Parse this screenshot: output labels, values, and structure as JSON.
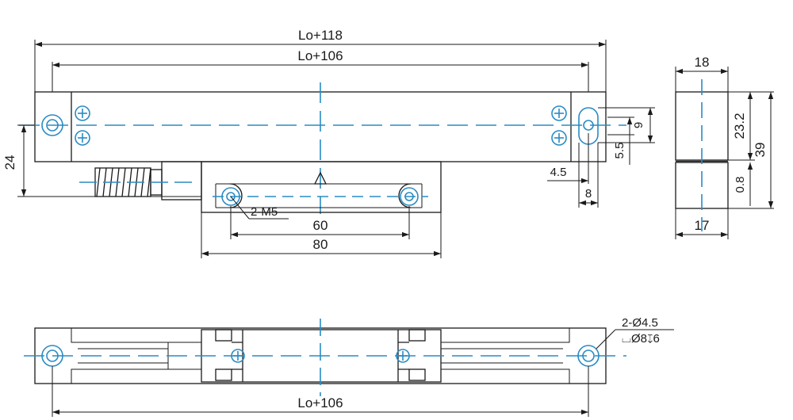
{
  "dimensions": {
    "top_overall": "Lo+118",
    "top_inner": "Lo+106",
    "height_left": "24",
    "screw": "2-M5",
    "mount_spacing": "60",
    "reader_width": "80",
    "slot_h": "9",
    "slot_off": "5.5",
    "edge_off": "4.5",
    "slot_w": "8",
    "side_top_w": "18",
    "side_upper_h": "23.2",
    "side_total_h": "39",
    "side_gap": "0.8",
    "side_bottom_w": "17",
    "bottom_inner": "Lo+106",
    "bottom_holes": "2-Ø4.5",
    "bottom_counterbore": "⌴Ø8↧6"
  },
  "colors": {
    "outline": "#1a1a1a",
    "centerline": "#2a8bc4"
  }
}
